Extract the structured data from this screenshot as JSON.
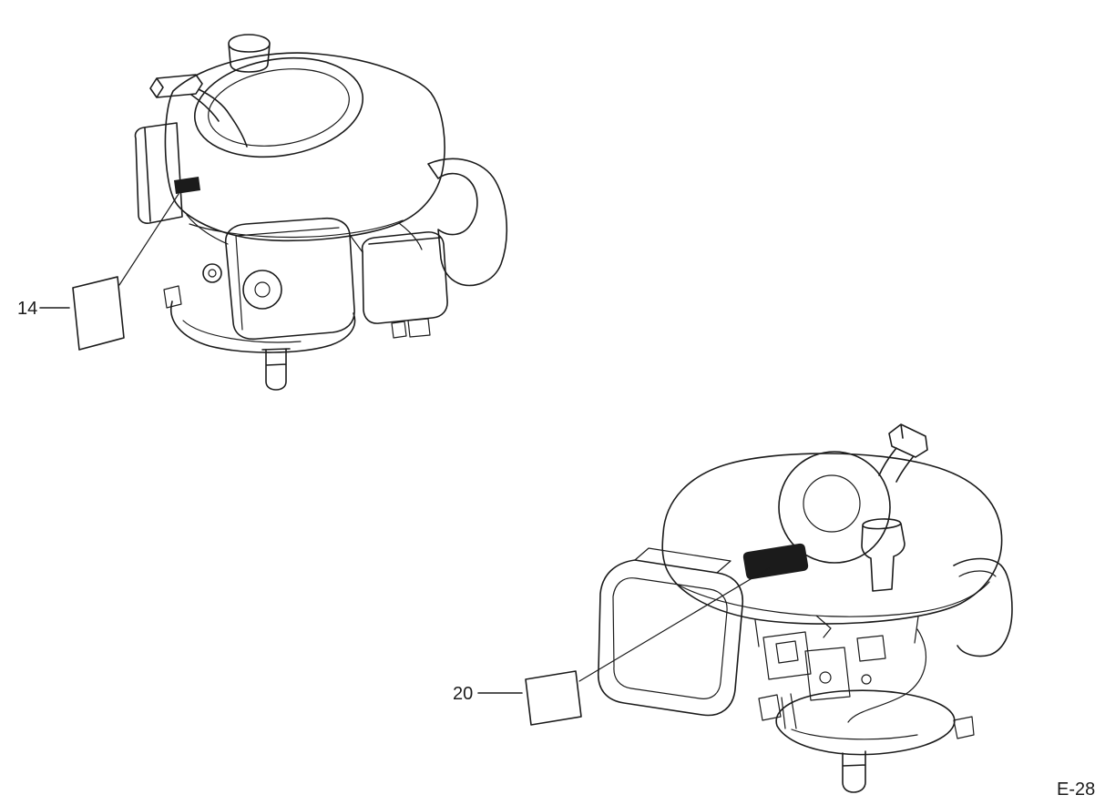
{
  "page": {
    "ref_label": "E-28",
    "background_color": "#ffffff",
    "line_color": "#1b1b1b"
  },
  "callouts": [
    {
      "number": "14"
    },
    {
      "number": "20"
    }
  ]
}
